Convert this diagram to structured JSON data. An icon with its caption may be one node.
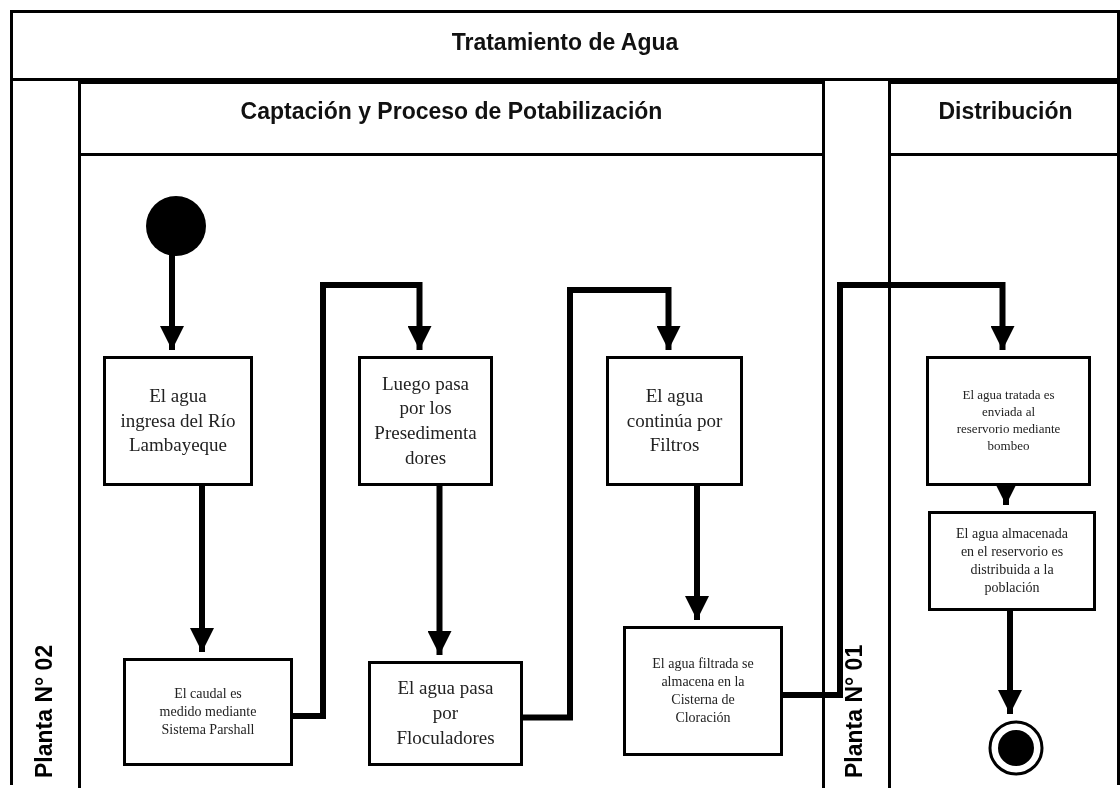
{
  "diagram": {
    "nodes": [
      {
        "text": [
          "Tratamiento de Agua"
        ]
      },
      {
        "text": [
          "Planta N° 02"
        ],
        "in": 0
      },
      {
        "text": [
          "Captación y Proceso de Potabilización"
        ],
        "in": 0
      },
      {
        "text": [
          "Planta N° 01"
        ],
        "in": 0
      },
      {
        "text": [
          "Distribución"
        ],
        "in": 0
      },
      {
        "text": [],
        "shape": "circle",
        "in": 2
      },
      {
        "text": [
          "El agua ingresa del Río Lambayeque"
        ],
        "in": 2
      },
      {
        "text": [
          "El caudal es medido mediante Sistema Parshall"
        ],
        "in": 2
      },
      {
        "text": [
          "Luego pasa por los Presedimenta dores"
        ],
        "in": 2
      },
      {
        "text": [
          "El agua pasa por Floculadores"
        ],
        "in": 2
      },
      {
        "text": [
          "El agua continúa por Filtros"
        ],
        "in": 2
      },
      {
        "text": [
          "El agua filtrada se almacena en la Cisterna de Cloración"
        ],
        "in": 2
      },
      {
        "text": [
          "El agua tratada es enviada al reservorio mediante bombeo"
        ],
        "in": 4
      },
      {
        "text": [
          "El agua almacenada en el reservorio es distribuida a la población"
        ],
        "in": 4
      },
      {
        "text": [],
        "shape": "bullseye",
        "in": 4
      }
    ],
    "edges": [
      {
        "from": 5,
        "to": 6,
        "arrow": "to"
      },
      {
        "from": 6,
        "to": 7,
        "arrow": "to"
      },
      {
        "from": 7,
        "to": 8,
        "arrow": "to"
      },
      {
        "from": 8,
        "to": 9,
        "arrow": "to"
      },
      {
        "from": 9,
        "to": 10,
        "arrow": "to"
      },
      {
        "from": 10,
        "to": 11,
        "arrow": "to"
      },
      {
        "from": 11,
        "to": 12,
        "arrow": "to"
      },
      {
        "from": 12,
        "to": 13,
        "arrow": "to"
      },
      {
        "from": 13,
        "to": 14,
        "arrow": "to"
      }
    ]
  }
}
